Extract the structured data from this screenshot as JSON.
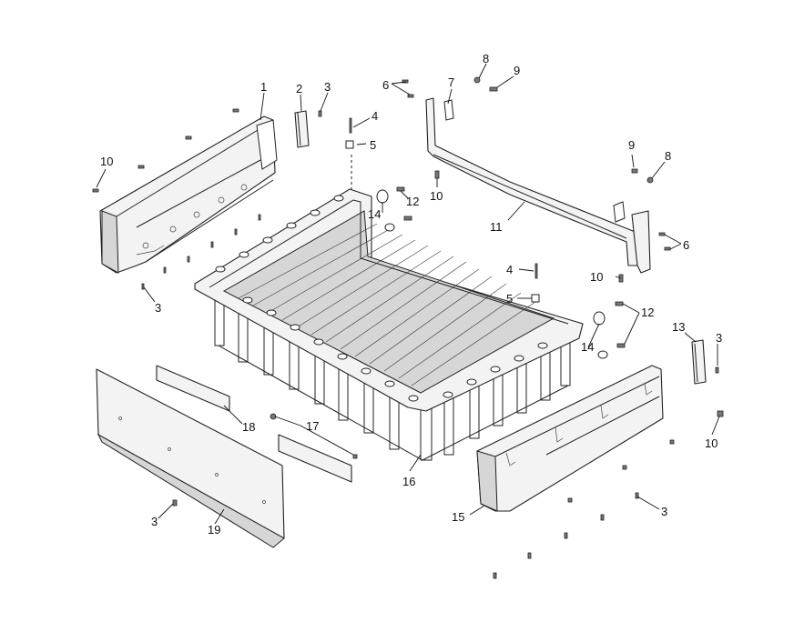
{
  "callouts": [
    {
      "id": "c1",
      "text": "1"
    },
    {
      "id": "c2",
      "text": "2"
    },
    {
      "id": "c3a",
      "text": "3"
    },
    {
      "id": "c4a",
      "text": "4"
    },
    {
      "id": "c5a",
      "text": "5"
    },
    {
      "id": "c6a",
      "text": "6"
    },
    {
      "id": "c7",
      "text": "7"
    },
    {
      "id": "c8a",
      "text": "8"
    },
    {
      "id": "c9a",
      "text": "9"
    },
    {
      "id": "c10a",
      "text": "10"
    },
    {
      "id": "c10b",
      "text": "10"
    },
    {
      "id": "c12a",
      "text": "12"
    },
    {
      "id": "c14a",
      "text": "14"
    },
    {
      "id": "c9b",
      "text": "9"
    },
    {
      "id": "c8b",
      "text": "8"
    },
    {
      "id": "c11",
      "text": "11"
    },
    {
      "id": "c6b",
      "text": "6"
    },
    {
      "id": "c3b",
      "text": "3"
    },
    {
      "id": "c4b",
      "text": "4"
    },
    {
      "id": "c10c",
      "text": "10"
    },
    {
      "id": "c5b",
      "text": "5"
    },
    {
      "id": "c12b",
      "text": "12"
    },
    {
      "id": "c13",
      "text": "13"
    },
    {
      "id": "c3c",
      "text": "3"
    },
    {
      "id": "c14b",
      "text": "14"
    },
    {
      "id": "c10d",
      "text": "10"
    },
    {
      "id": "c18",
      "text": "18"
    },
    {
      "id": "c17",
      "text": "17"
    },
    {
      "id": "c16",
      "text": "16"
    },
    {
      "id": "c3d",
      "text": "3"
    },
    {
      "id": "c15",
      "text": "15"
    },
    {
      "id": "c3e",
      "text": "3"
    },
    {
      "id": "c19",
      "text": "19"
    }
  ]
}
